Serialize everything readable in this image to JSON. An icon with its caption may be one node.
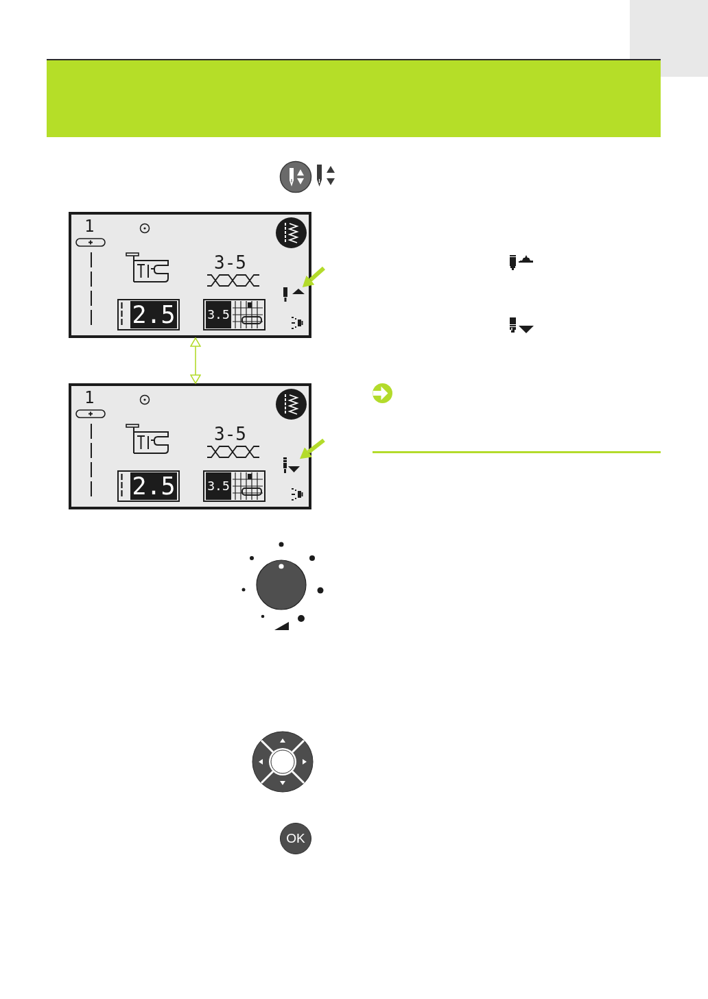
{
  "diagram": {
    "nodes": [
      {
        "text": [
          "1",
          "3-5",
          "2.5",
          "3.5"
        ]
      },
      {
        "text": [],
        "shape": "picture",
        "in": 0
      },
      {
        "text": [
          "1",
          "3-5",
          "2.5",
          "3.5"
        ]
      },
      {
        "text": [],
        "shape": "picture",
        "in": 2
      },
      {
        "text": [
          "OK"
        ]
      }
    ],
    "edges": [
      {
        "from": 0,
        "to": 2,
        "arrow": "both"
      },
      {
        "from": null,
        "to": 1,
        "arrow": "to"
      },
      {
        "from": null,
        "to": 3,
        "arrow": "to"
      }
    ]
  }
}
